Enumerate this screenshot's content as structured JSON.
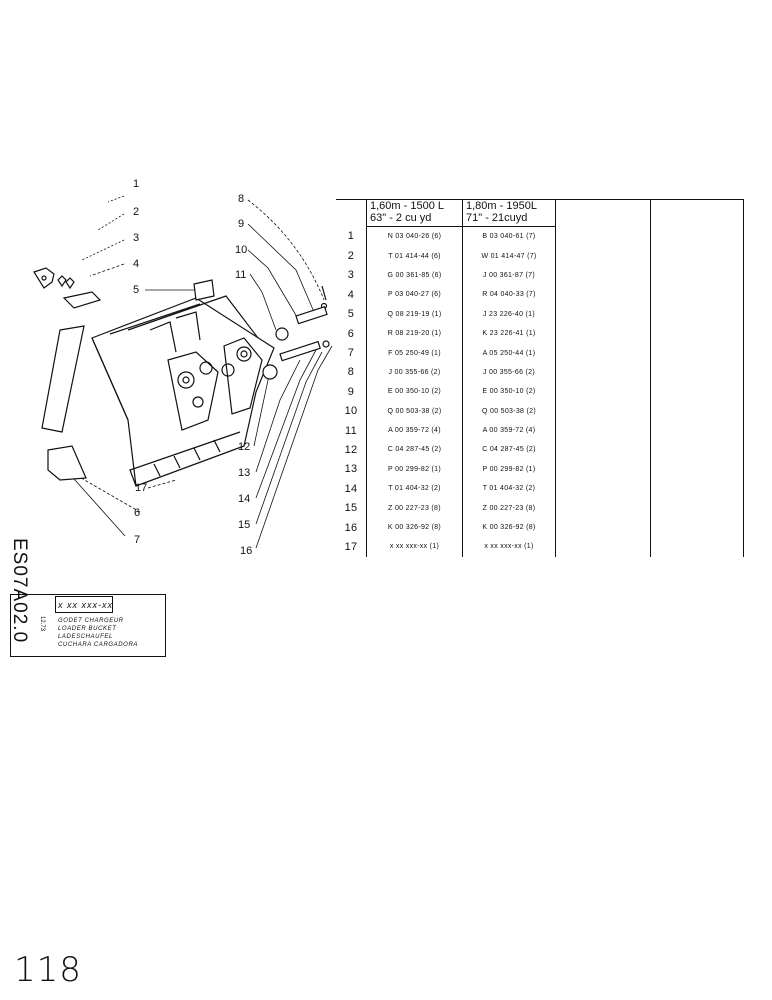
{
  "diagram": {
    "callouts": [
      "1",
      "2",
      "3",
      "4",
      "5",
      "6",
      "7",
      "8",
      "9",
      "10",
      "11",
      "12",
      "13",
      "14",
      "15",
      "16",
      "17"
    ]
  },
  "parts_table": {
    "header_a": [
      "1,60m  -  1500 L",
      "63\"    -  2 cu yd"
    ],
    "header_b": [
      "1,80m -  1950L",
      "71\"   -  21cuyd"
    ],
    "rows": [
      {
        "num": "1",
        "a": "N 03 040-26  (6)",
        "b": "B 03 040-61 (7)"
      },
      {
        "num": "2",
        "a": "T 01 414-44  (6)",
        "b": "W 01 414-47 (7)"
      },
      {
        "num": "3",
        "a": "G 00 361-85  (6)",
        "b": "J 00 361-87 (7)"
      },
      {
        "num": "4",
        "a": "P 03 040-27  (6)",
        "b": "R 04 040-33 (7)"
      },
      {
        "num": "5",
        "a": "Q 08 219-19  (1)",
        "b": "J 23 226-40 (1)"
      },
      {
        "num": "6",
        "a": "R 08 219-20  (1)",
        "b": "K 23 226-41 (1)"
      },
      {
        "num": "7",
        "a": "F 05 250-49  (1)",
        "b": "A 05 250-44 (1)"
      },
      {
        "num": "8",
        "a": "J 00 355-66  (2)",
        "b": "J 00 355-66 (2)"
      },
      {
        "num": "9",
        "a": "E 00 350-10  (2)",
        "b": "E 00 350-10 (2)"
      },
      {
        "num": "10",
        "a": "Q 00 503-38  (2)",
        "b": "Q 00 503-38 (2)"
      },
      {
        "num": "11",
        "a": "A 00 359-72  (4)",
        "b": "A 00 359-72 (4)"
      },
      {
        "num": "12",
        "a": "C 04 287-45  (2)",
        "b": "C 04 287-45 (2)"
      },
      {
        "num": "13",
        "a": "P 00 299-82  (1)",
        "b": "P 00 299-82 (1)"
      },
      {
        "num": "14",
        "a": "T 01 404-32  (2)",
        "b": "T 01 404-32 (2)"
      },
      {
        "num": "15",
        "a": "Z 00 227-23  (8)",
        "b": "Z 00 227-23 (8)"
      },
      {
        "num": "16",
        "a": "K 00 326-92  (8)",
        "b": "K 00 326-92 (8)"
      },
      {
        "num": "17",
        "a": "x xx xxx-xx (1)",
        "b": "x xx xxx-xx (1)"
      }
    ]
  },
  "title_block": {
    "vertical_code": "ES07A02.0",
    "part_code": "x xx xxx-xx",
    "side_date": "12.73",
    "titles": [
      "GODET CHARGEUR",
      "LOADER BUCKET",
      "LADESCHAUFEL",
      "CUCHARA CARGADORA"
    ]
  },
  "page_number": "118"
}
